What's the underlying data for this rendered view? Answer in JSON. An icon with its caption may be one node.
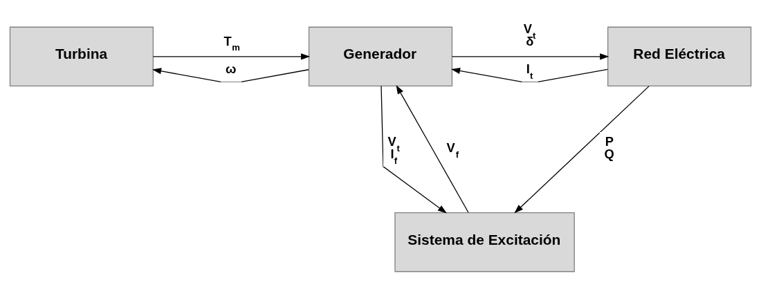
{
  "diagram": {
    "nodes": [
      {
        "text": [
          "Turbina"
        ]
      },
      {
        "text": [
          "Generador"
        ]
      },
      {
        "text": [
          "Red Eléctrica"
        ]
      },
      {
        "text": [
          "Sistema de Excitación"
        ]
      }
    ],
    "edges": [
      {
        "from": 0,
        "to": 1,
        "arrow": "to",
        "label": "T$_{m}$"
      },
      {
        "from": 1,
        "to": 0,
        "arrow": "to",
        "label": "ω"
      },
      {
        "from": 1,
        "to": 2,
        "arrow": "to",
        "label": "V$_{t}$ δ"
      },
      {
        "from": 2,
        "to": 1,
        "arrow": "to",
        "label": "I$_{t}$"
      },
      {
        "from": 3,
        "to": 1,
        "arrow": "to",
        "label": "V$_{f}$"
      },
      {
        "from": 1,
        "to": 3,
        "arrow": "to",
        "label": "V$_{t}$ I$_{f}$"
      },
      {
        "from": 2,
        "to": 3,
        "arrow": "to",
        "label": "P Q"
      }
    ]
  }
}
